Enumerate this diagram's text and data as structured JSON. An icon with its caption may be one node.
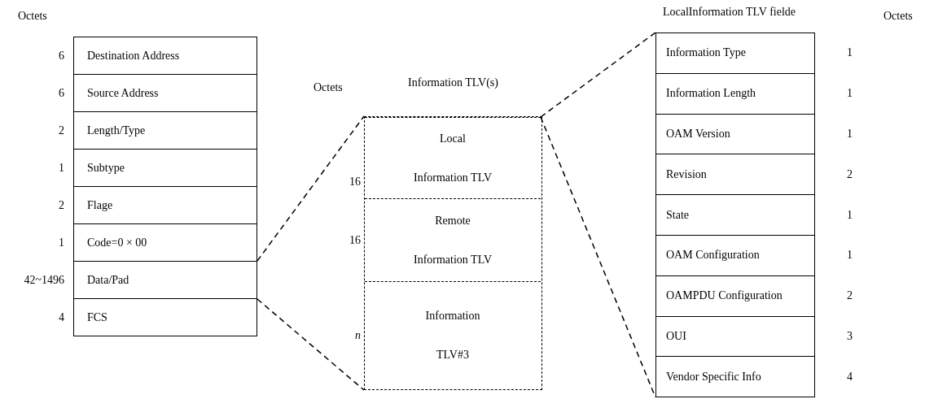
{
  "diagram": {
    "nodes": [
      {
        "text": [
          "Destination Address"
        ],
        "beside": [
          "6"
        ]
      },
      {
        "text": [
          "Source Address"
        ],
        "beside": [
          "6"
        ]
      },
      {
        "text": [
          "Length/Type"
        ],
        "beside": [
          "2"
        ]
      },
      {
        "text": [
          "Subtype"
        ],
        "beside": [
          "1"
        ]
      },
      {
        "text": [
          "Flage"
        ],
        "beside": [
          "2"
        ]
      },
      {
        "text": [
          "Code=0 × 00"
        ],
        "beside": [
          "1"
        ]
      },
      {
        "text": [
          "Data/Pad"
        ],
        "beside": [
          "42~1496"
        ]
      },
      {
        "text": [
          "FCS"
        ],
        "beside": [
          "4"
        ]
      },
      {
        "text": [
          "Information TLV(s)"
        ]
      },
      {
        "text": [
          "Local Information TLV"
        ],
        "beside": [
          "16"
        ],
        "in": 8
      },
      {
        "text": [
          "Remote Information TLV"
        ],
        "beside": [
          "16"
        ],
        "in": 8
      },
      {
        "text": [
          "Information TLV#3"
        ],
        "beside": [
          "n"
        ],
        "in": 8
      },
      {
        "text": [
          "LocalInformation TLV fielde"
        ]
      },
      {
        "text": [
          "Information Type"
        ],
        "beside": [
          "1"
        ],
        "in": 12
      },
      {
        "text": [
          "Information Length"
        ],
        "beside": [
          "1"
        ],
        "in": 12
      },
      {
        "text": [
          "OAM Version"
        ],
        "beside": [
          "1"
        ],
        "in": 12
      },
      {
        "text": [
          "Revision"
        ],
        "beside": [
          "2"
        ],
        "in": 12
      },
      {
        "text": [
          "State"
        ],
        "beside": [
          "1"
        ],
        "in": 12
      },
      {
        "text": [
          "OAM Configuration"
        ],
        "beside": [
          "1"
        ],
        "in": 12
      },
      {
        "text": [
          "OAMPDU Configuration"
        ],
        "beside": [
          "2"
        ],
        "in": 12
      },
      {
        "text": [
          "OUI"
        ],
        "beside": [
          "3"
        ],
        "in": 12
      },
      {
        "text": [
          "Vendor Specific Info"
        ],
        "beside": [
          "4"
        ],
        "in": 12
      }
    ],
    "edges": [
      {
        "from": 6,
        "to": 8,
        "arrow": "none",
        "style": "dashed"
      },
      {
        "from": 6,
        "to": 8,
        "arrow": "none",
        "style": "dashed"
      },
      {
        "from": 9,
        "to": 12,
        "arrow": "none",
        "style": "dashed"
      },
      {
        "from": 9,
        "to": 12,
        "arrow": "none",
        "style": "dashed"
      }
    ],
    "labels": [
      "Octets",
      "Octets",
      "Octets"
    ]
  }
}
